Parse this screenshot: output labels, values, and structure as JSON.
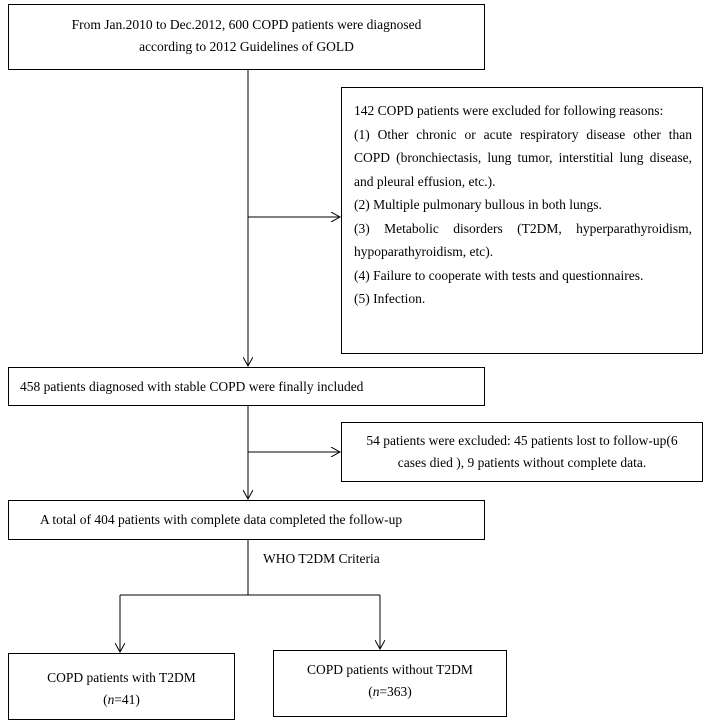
{
  "flowchart": {
    "step1": {
      "line1": "From Jan.2010 to Dec.2012, 600 COPD patients were diagnosed",
      "line2": "according to 2012 Guidelines of GOLD"
    },
    "exclusion1": {
      "intro": "142  COPD  patients  were  excluded  for  following reasons:",
      "reasons": [
        "(1) Other chronic or acute respiratory disease other than COPD (bronchiectasis, lung tumor, interstitial lung disease, and pleural effusion, etc.).",
        "(2) Multiple pulmonary bullous in both lungs.",
        "(3) Metabolic disorders (T2DM, hyperparathyroidism, hypoparathyroidism, etc).",
        "(4) Failure to cooperate with tests and questionnaires.",
        "(5) Infection."
      ]
    },
    "step2": {
      "text": "458 patients diagnosed with stable COPD were finally included"
    },
    "exclusion2": {
      "line1": "54 patients were excluded: 45 patients lost to follow-up(6",
      "line2": "cases died ), 9 patients without complete data."
    },
    "step3": {
      "text": "A total of 404 patients with complete data completed the follow-up"
    },
    "criteria_label": "WHO T2DM Criteria",
    "group_with": {
      "title": "COPD patients with T2DM",
      "n_prefix": "(",
      "n_var": "n",
      "n_value": "=41)"
    },
    "group_without": {
      "title": "COPD patients without T2DM",
      "n_prefix": "(",
      "n_var": "n",
      "n_value": "=363)"
    }
  }
}
